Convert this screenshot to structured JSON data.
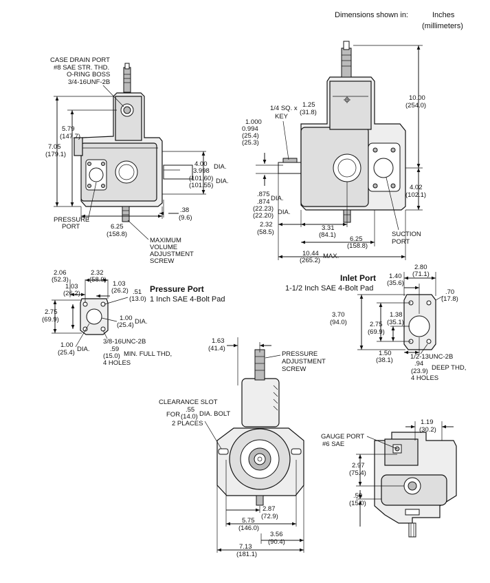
{
  "header": {
    "label": "Dimensions shown in:",
    "unit": "Inches",
    "unit_alt": "(millimeters)"
  },
  "view1": {
    "case_drain": [
      "CASE DRAIN PORT",
      "#8 SAE STR. THD.",
      "O-RING BOSS",
      "3/4-16UNF-2B"
    ],
    "d_579": "5.79",
    "d_579mm": "(147.7)",
    "d_705": "7.05",
    "d_705mm": "(179.1)",
    "d_400": "4.00",
    "d_3998": "3.998",
    "d_101a": "(101.60)",
    "d_101b": "(101.55)",
    "dia": "DIA.",
    "pressure_port": [
      "PRESSURE",
      "PORT"
    ],
    "d_625": "6.25",
    "d_625mm": "(158.8)",
    "d_038": ".38",
    "d_038mm": "(9.6)",
    "max_screw": [
      "MAXIMUM",
      "VOLUME",
      "ADJUSTMENT",
      "SCREW"
    ]
  },
  "view2": {
    "d_1000": "1.000",
    "d_0994": "0.994",
    "d_254a": "(25.4)",
    "d_253": "(25.3)",
    "key": [
      "1/4 SQ. x",
      "1.25",
      "(31.8)",
      "KEY"
    ],
    "d_875": ".875",
    "d_874": ".874",
    "d_2223": "(22.23)",
    "d_2220": "(22.20)",
    "dia": "DIA.",
    "d_1000b": "10.00",
    "d_1000bmm": "(254.0)",
    "d_402": "4.02",
    "d_402mm": "(102.1)",
    "d_232": "2.32",
    "d_232mm": "(58.5)",
    "d_331": "3.31",
    "d_331mm": "(84.1)",
    "d_625": "6.25",
    "d_625mm": "(158.8)",
    "d_1044": "10.44",
    "d_1044mm": "(265.2)",
    "max": "MAX.",
    "suction": [
      "SUCTION",
      "PORT"
    ]
  },
  "pressure_port": {
    "title": "Pressure Port",
    "subtitle": "1 Inch SAE 4-Bolt Pad",
    "d_206": "2.06",
    "d_206mm": "(52.3)",
    "d_232": "2.32",
    "d_232mm": "(58.9)",
    "d_103a": "1.03",
    "d_103amm": "(26.2)",
    "d_103b": "1.03",
    "d_103bmm": "(26.2)",
    "d_051": ".51",
    "d_051mm": "(13.0)",
    "d_275": "2.75",
    "d_275mm": "(69.9)",
    "d_100": "1.00",
    "d_100mm": "(25.4)",
    "dia": "DIA.",
    "d_100b": "1.00",
    "d_100bmm": "(25.4)",
    "dia2": "DIA.",
    "thread": "3/8-16UNC-2B",
    "d_059": ".59",
    "d_059mm": "(15.0)",
    "thd": "MIN. FULL THD,",
    "holes": "4 HOLES"
  },
  "inlet_port": {
    "title": "Inlet Port",
    "subtitle": "1-1/2 Inch SAE 4-Bolt Pad",
    "d_280": "2.80",
    "d_280mm": "(71.1)",
    "d_140": "1.40",
    "d_140mm": "(35.6)",
    "d_070": ".70",
    "d_070mm": "(17.8)",
    "d_370": "3.70",
    "d_370mm": "(94.0)",
    "d_275": "2.75",
    "d_275mm": "(69.9)",
    "d_138": "1.38",
    "d_138mm": "(35.1)",
    "d_150": "1.50",
    "d_150mm": "(38.1)",
    "thread": "1/2-13UNC-2B",
    "d_094": ".94",
    "d_094mm": "(23.9)",
    "deep": "DEEP THD,",
    "holes": "4 HOLES"
  },
  "view3": {
    "d_163": "1.63",
    "d_163mm": "(41.4)",
    "press_adj": [
      "PRESSURE",
      "ADJUSTMENT",
      "SCREW"
    ],
    "clear": "CLEARANCE SLOT",
    "for": "FOR",
    "d_055": ".55",
    "d_055mm": "(14.0)",
    "dia_bolt": "DIA. BOLT",
    "places": "2 PLACES",
    "d_287": "2.87",
    "d_287mm": "(72.9)",
    "d_575": "5.75",
    "d_575mm": "(146.0)",
    "d_356": "3.56",
    "d_356mm": "(90.4)",
    "d_713": "7.13",
    "d_713mm": "(181.1)"
  },
  "view4": {
    "d_119": "1.19",
    "d_119mm": "(30.2)",
    "gauge": [
      "GAUGE PORT",
      "#6 SAE"
    ],
    "d_297": "2.97",
    "d_297mm": "(75.4)",
    "d_059": ".59",
    "d_059mm": "(15.0)"
  }
}
